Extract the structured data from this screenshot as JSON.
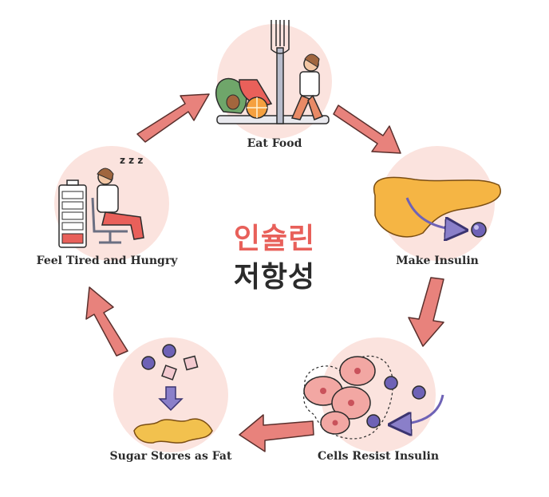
{
  "title": {
    "line1": "인슐린",
    "line2": "저항성"
  },
  "nodes": [
    {
      "id": "eat",
      "label": "Eat Food"
    },
    {
      "id": "insulin",
      "label": "Make Insulin"
    },
    {
      "id": "resist",
      "label": "Cells Resist Insulin"
    },
    {
      "id": "store",
      "label": "Sugar Stores as Fat"
    },
    {
      "id": "tired",
      "label": "Feel Tired and Hungry"
    }
  ],
  "sleep_glyph": "z z z",
  "colors": {
    "circle_bg": "#fbe3de",
    "arrow_fill": "#e8827c",
    "arrow_stroke": "#5a2f2c",
    "pancreas": "#f5b544",
    "molecule": "#6e62b6",
    "cell": "#f2a7a3",
    "fat": "#f2c14e",
    "title_accent": "#e8605a",
    "title_dark": "#2b2b2b"
  }
}
